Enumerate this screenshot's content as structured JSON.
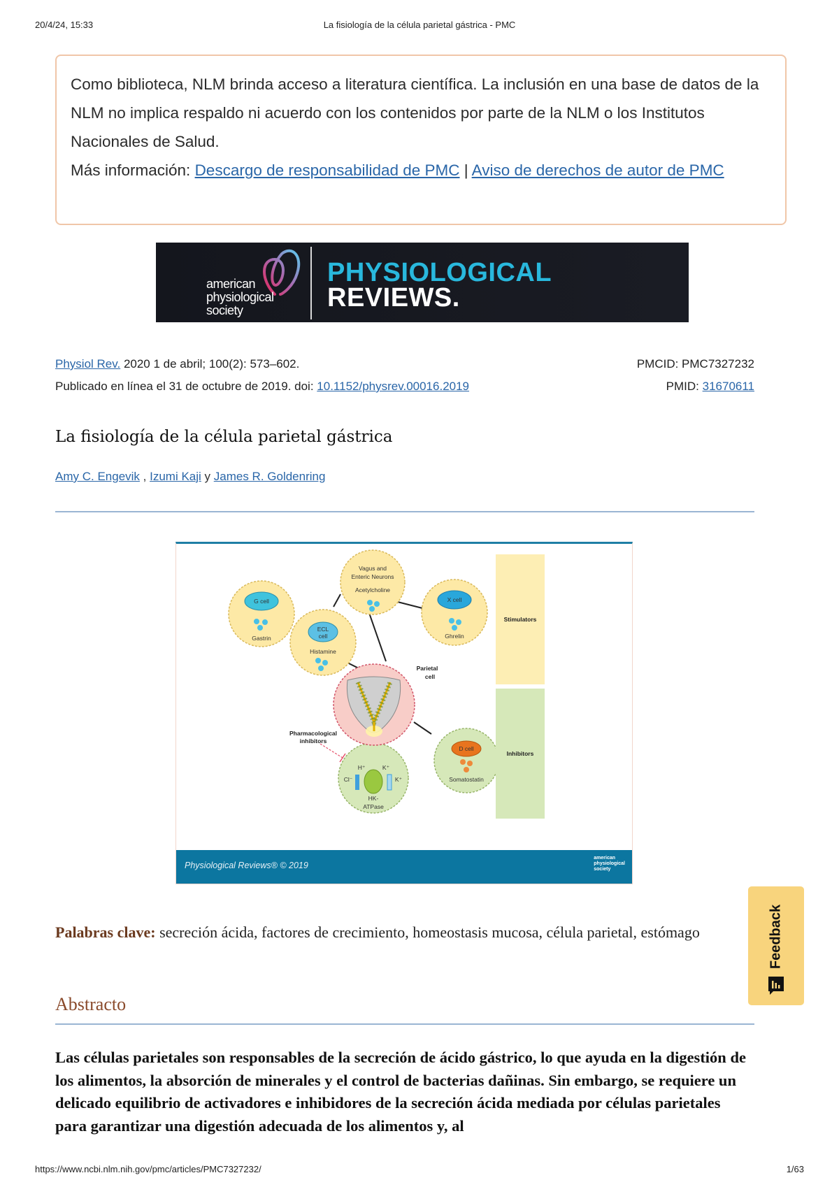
{
  "print_header": {
    "datetime": "20/4/24, 15:33",
    "page_title": "La fisiología de la célula parietal gástrica - PMC"
  },
  "notice": {
    "text": "Como biblioteca, NLM brinda acceso a literatura científica. La inclusión en una base de datos de la NLM no implica respaldo ni acuerdo con los contenidos por parte de la NLM o los Institutos Nacionales de Salud.",
    "more_info_label": "Más información: ",
    "link_disclaimer": "Descargo de responsabilidad de PMC",
    "separator": " | ",
    "link_copyright": "Aviso de derechos de autor de PMC"
  },
  "banner": {
    "society_line1": "american",
    "society_line2": "physiological",
    "society_line3": "society",
    "journal_line1": "PHYSIOLOGICAL",
    "journal_line2": "REVIEWS."
  },
  "citation": {
    "journal_link": "Physiol Rev.",
    "issue_info": " 2020 1 de abril; 100(2): 573–602.",
    "published_label": "Publicado en línea el 31 de octubre de 2019. doi: ",
    "doi_link": "10.1152/physrev.00016.2019",
    "pmcid_label": "PMCID: PMC7327232",
    "pmid_label": "PMID: ",
    "pmid_link": "31670611"
  },
  "article": {
    "title": "La fisiología de la célula parietal gástrica",
    "authors": [
      {
        "name": "Amy C. Engevik"
      },
      {
        "name": "Izumi Kaji"
      },
      {
        "name": "James R. Goldenring"
      }
    ],
    "author_sep_1": " , ",
    "author_sep_2": " y "
  },
  "figure": {
    "nodes": {
      "vagus_title_1": "Vagus and",
      "vagus_title_2": "Enteric Neurons",
      "vagus_signal": "Acetylcholine",
      "g_cell": "G cell",
      "g_signal": "Gastrin",
      "x_cell": "X cell",
      "x_signal": "Ghrelin",
      "ecl_cell_1": "ECL",
      "ecl_cell_2": "cell",
      "ecl_signal": "Histamine",
      "parietal_1": "Parietal",
      "parietal_2": "cell",
      "pharma_1": "Pharmacological",
      "pharma_2": "inhibitors",
      "d_cell": "D cell",
      "d_signal": "Somatostatin",
      "hk_1": "HK-",
      "hk_2": "ATPase",
      "ion_h": "H⁺",
      "ion_k_top": "K⁺",
      "ion_cl": "Cl⁻",
      "ion_k_right": "K⁺"
    },
    "legend": {
      "stimulators": "Stimulators",
      "inhibitors": "Inhibitors"
    },
    "footer_caption": "Physiological Reviews® © 2019",
    "footer_logo_1": "american",
    "footer_logo_2": "physiological",
    "footer_logo_3": "society",
    "colors": {
      "stimulator_fill": "#fdeeb4",
      "inhibitor_fill": "#d6e8b9",
      "parietal_fill": "#f8cdc8",
      "cell_blue": "#3fc3dd",
      "d_cell_orange": "#e8741e",
      "footer_bar": "#0c76a0"
    }
  },
  "feedback": {
    "label": "Feedback"
  },
  "keywords": {
    "label": "Palabras clave:",
    "list": " secreción ácida, factores de crecimiento, homeostasis mucosa, célula parietal, estómago"
  },
  "abstract": {
    "heading": "Abstracto",
    "text": "Las células parietales son responsables de la secreción de ácido gástrico, lo que ayuda en la digestión de los alimentos, la absorción de minerales y el control de bacterias dañinas. Sin embargo, se requiere un delicado equilibrio de activadores e inhibidores de la secreción ácida mediada por células parietales para garantizar una digestión adecuada de los alimentos y, al"
  },
  "print_footer": {
    "url": "https://www.ncbi.nlm.nih.gov/pmc/articles/PMC7327232/",
    "page": "1/63"
  }
}
